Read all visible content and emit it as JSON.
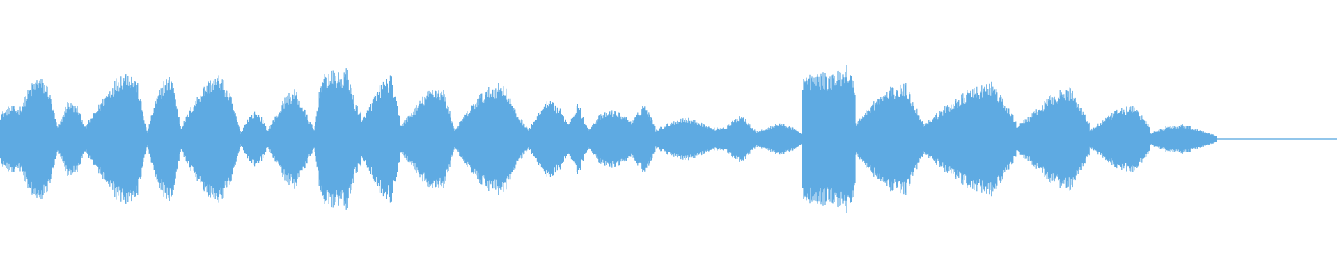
{
  "waveform": {
    "color": "#5eaae2",
    "background": "#ffffff",
    "segments": [
      {
        "start": 0.0,
        "end": 0.065,
        "envelope": [
          0.28,
          0.36,
          0.34,
          0.56,
          0.7,
          0.58,
          0.12,
          0.42,
          0.36,
          0.1
        ]
      },
      {
        "start": 0.065,
        "end": 0.11,
        "envelope": [
          0.18,
          0.34,
          0.52,
          0.68,
          0.76,
          0.64,
          0.08
        ]
      },
      {
        "start": 0.11,
        "end": 0.135,
        "envelope": [
          0.08,
          0.42,
          0.64,
          0.7,
          0.16
        ]
      },
      {
        "start": 0.135,
        "end": 0.18,
        "envelope": [
          0.12,
          0.34,
          0.54,
          0.66,
          0.7,
          0.48,
          0.08
        ]
      },
      {
        "start": 0.18,
        "end": 0.2,
        "envelope": [
          0.07,
          0.22,
          0.3,
          0.26,
          0.1
        ]
      },
      {
        "start": 0.2,
        "end": 0.235,
        "envelope": [
          0.1,
          0.28,
          0.48,
          0.54,
          0.32,
          0.1
        ]
      },
      {
        "start": 0.235,
        "end": 0.27,
        "envelope": [
          0.1,
          0.66,
          0.72,
          0.74,
          0.7,
          0.78,
          0.42,
          0.3
        ]
      },
      {
        "start": 0.27,
        "end": 0.3,
        "envelope": [
          0.18,
          0.4,
          0.6,
          0.7,
          0.16
        ]
      },
      {
        "start": 0.3,
        "end": 0.34,
        "envelope": [
          0.16,
          0.3,
          0.46,
          0.58,
          0.54,
          0.12
        ]
      },
      {
        "start": 0.34,
        "end": 0.395,
        "envelope": [
          0.1,
          0.3,
          0.48,
          0.58,
          0.62,
          0.3,
          0.12
        ]
      },
      {
        "start": 0.395,
        "end": 0.44,
        "envelope": [
          0.1,
          0.28,
          0.42,
          0.36,
          0.18,
          0.4,
          0.1
        ]
      },
      {
        "start": 0.44,
        "end": 0.49,
        "envelope": [
          0.12,
          0.26,
          0.32,
          0.28,
          0.2,
          0.4,
          0.16
        ]
      },
      {
        "start": 0.49,
        "end": 0.565,
        "envelope": [
          0.1,
          0.18,
          0.24,
          0.2,
          0.12,
          0.14,
          0.28,
          0.1
        ]
      },
      {
        "start": 0.565,
        "end": 0.6,
        "envelope": [
          0.08,
          0.12,
          0.18,
          0.14,
          0.06
        ]
      },
      {
        "start": 0.6,
        "end": 0.64,
        "envelope": [
          0.7,
          0.7,
          0.72,
          0.7,
          0.74,
          0.82,
          0.6
        ]
      },
      {
        "start": 0.64,
        "end": 0.69,
        "envelope": [
          0.18,
          0.4,
          0.56,
          0.6,
          0.2
        ]
      },
      {
        "start": 0.69,
        "end": 0.76,
        "envelope": [
          0.16,
          0.36,
          0.54,
          0.62,
          0.2
        ]
      },
      {
        "start": 0.76,
        "end": 0.815,
        "envelope": [
          0.14,
          0.3,
          0.5,
          0.56,
          0.18
        ]
      },
      {
        "start": 0.815,
        "end": 0.86,
        "envelope": [
          0.1,
          0.22,
          0.34,
          0.36,
          0.14
        ]
      },
      {
        "start": 0.86,
        "end": 0.91,
        "envelope": [
          0.06,
          0.14,
          0.16,
          0.1,
          0.04
        ]
      }
    ]
  }
}
